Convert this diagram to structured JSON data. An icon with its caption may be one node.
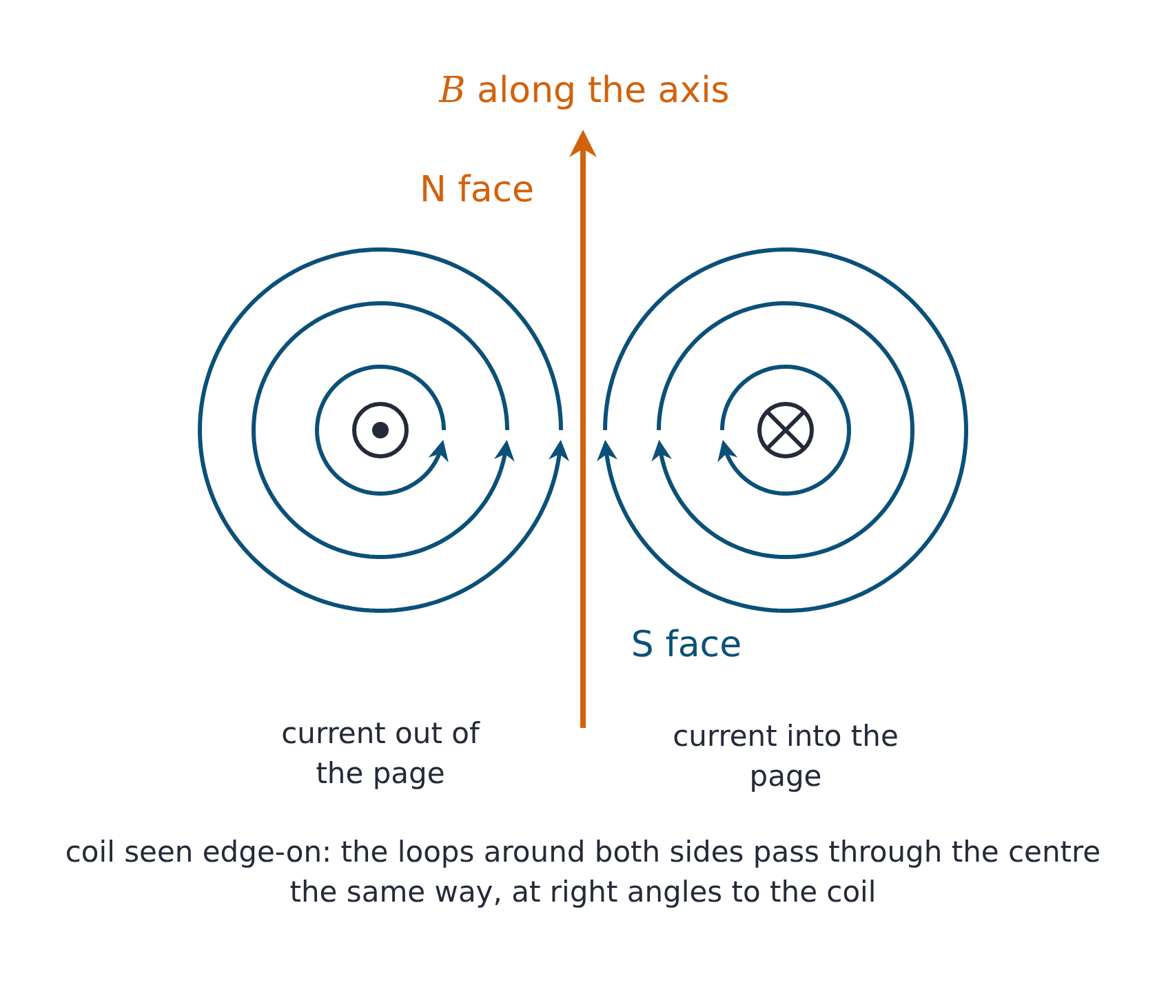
{
  "diagram": {
    "caption": "coil seen edge-on: the loops around both sides pass through the centre the same way, at right angles to the coil",
    "labels": [
      "*B* along the axis",
      "N face",
      "S face",
      "current out of the page",
      "current into the page"
    ]
  }
}
